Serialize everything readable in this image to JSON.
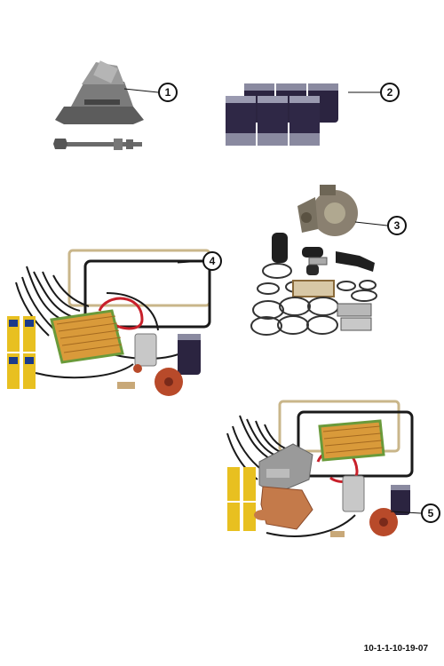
{
  "callouts": [
    {
      "id": "1",
      "label": "1"
    },
    {
      "id": "2",
      "label": "2"
    },
    {
      "id": "3",
      "label": "3"
    },
    {
      "id": "4",
      "label": "4"
    },
    {
      "id": "5",
      "label": "5"
    }
  ],
  "reference_code": "10-1-1-10-19-07",
  "colors": {
    "filter_body": "#2b2440",
    "filter_band": "#8a8aa0",
    "air_filter": "#d99a3a",
    "distributor_cap": "#b84a2a",
    "gasket": "#c9b68a",
    "wires": "#1a1a1a",
    "red_wire": "#c8202a"
  }
}
